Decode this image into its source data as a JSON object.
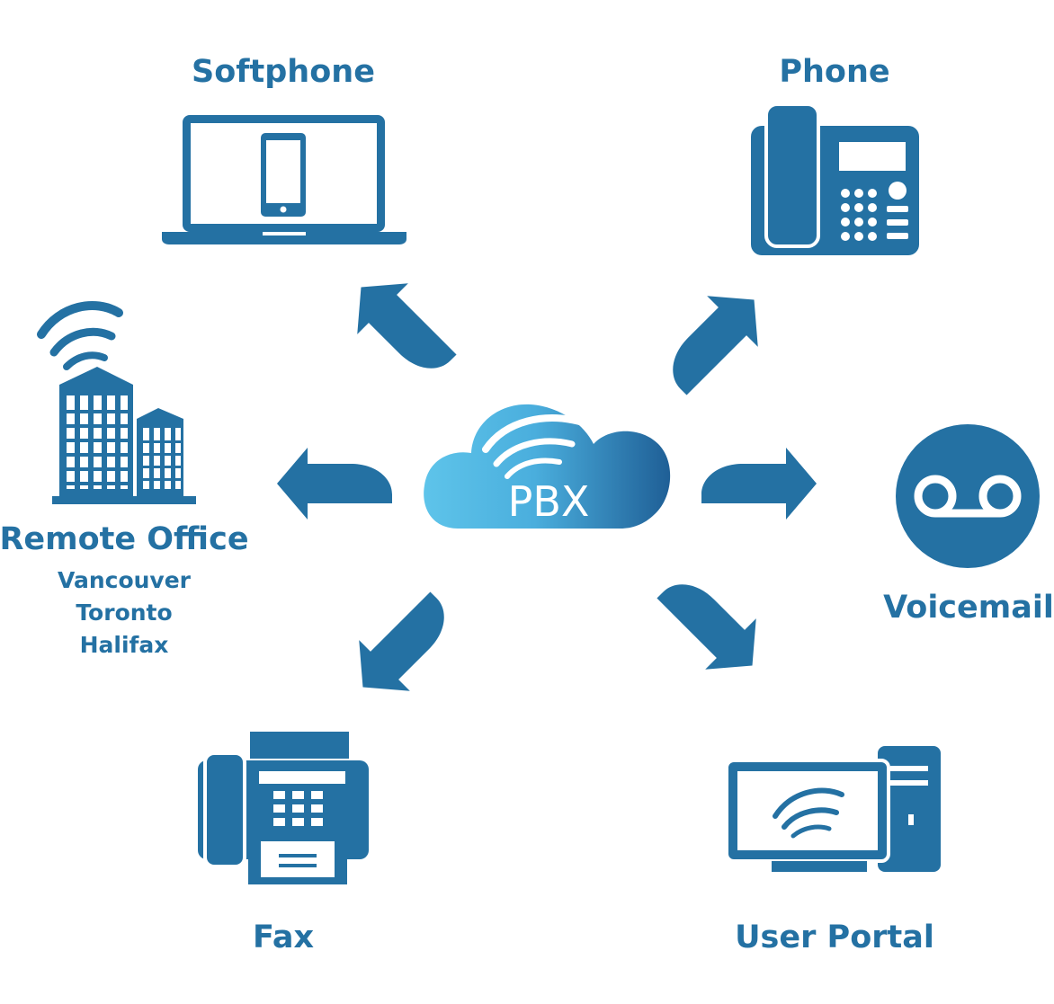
{
  "center": {
    "label": "PBX"
  },
  "nodes": {
    "softphone": {
      "label": "Softphone"
    },
    "phone": {
      "label": "Phone"
    },
    "remote_office": {
      "label": "Remote Office",
      "cities": [
        "Vancouver",
        "Toronto",
        "Halifax"
      ]
    },
    "voicemail": {
      "label": "Voicemail"
    },
    "fax": {
      "label": "Fax"
    },
    "user_portal": {
      "label": "User Portal"
    }
  },
  "colors": {
    "primary": "#2471a3",
    "cloud_light": "#5ec4ea",
    "cloud_dark": "#1f5f96",
    "white": "#ffffff"
  }
}
